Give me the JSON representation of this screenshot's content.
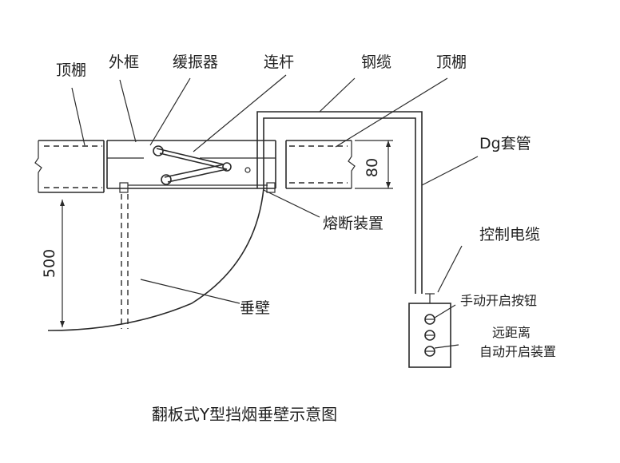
{
  "diagram": {
    "title": "翻板式Y型挡烟垂壁示意图",
    "labels": {
      "ceiling_left": "顶棚",
      "outer_frame": "外框",
      "damper": "缓振器",
      "link_rod": "连杆",
      "steel_cable": "钢缆",
      "ceiling_right": "顶棚",
      "conduit": "Dg套管",
      "fuse_device": "熔断装置",
      "control_cable": "控制电缆",
      "manual_button": "手动开启按钮",
      "remote_line1": "远距离",
      "remote_line2": "自动开启装置",
      "smoke_wall": "垂壁"
    },
    "dimensions": {
      "ceiling_thickness": "80",
      "drop_height": "500"
    }
  }
}
